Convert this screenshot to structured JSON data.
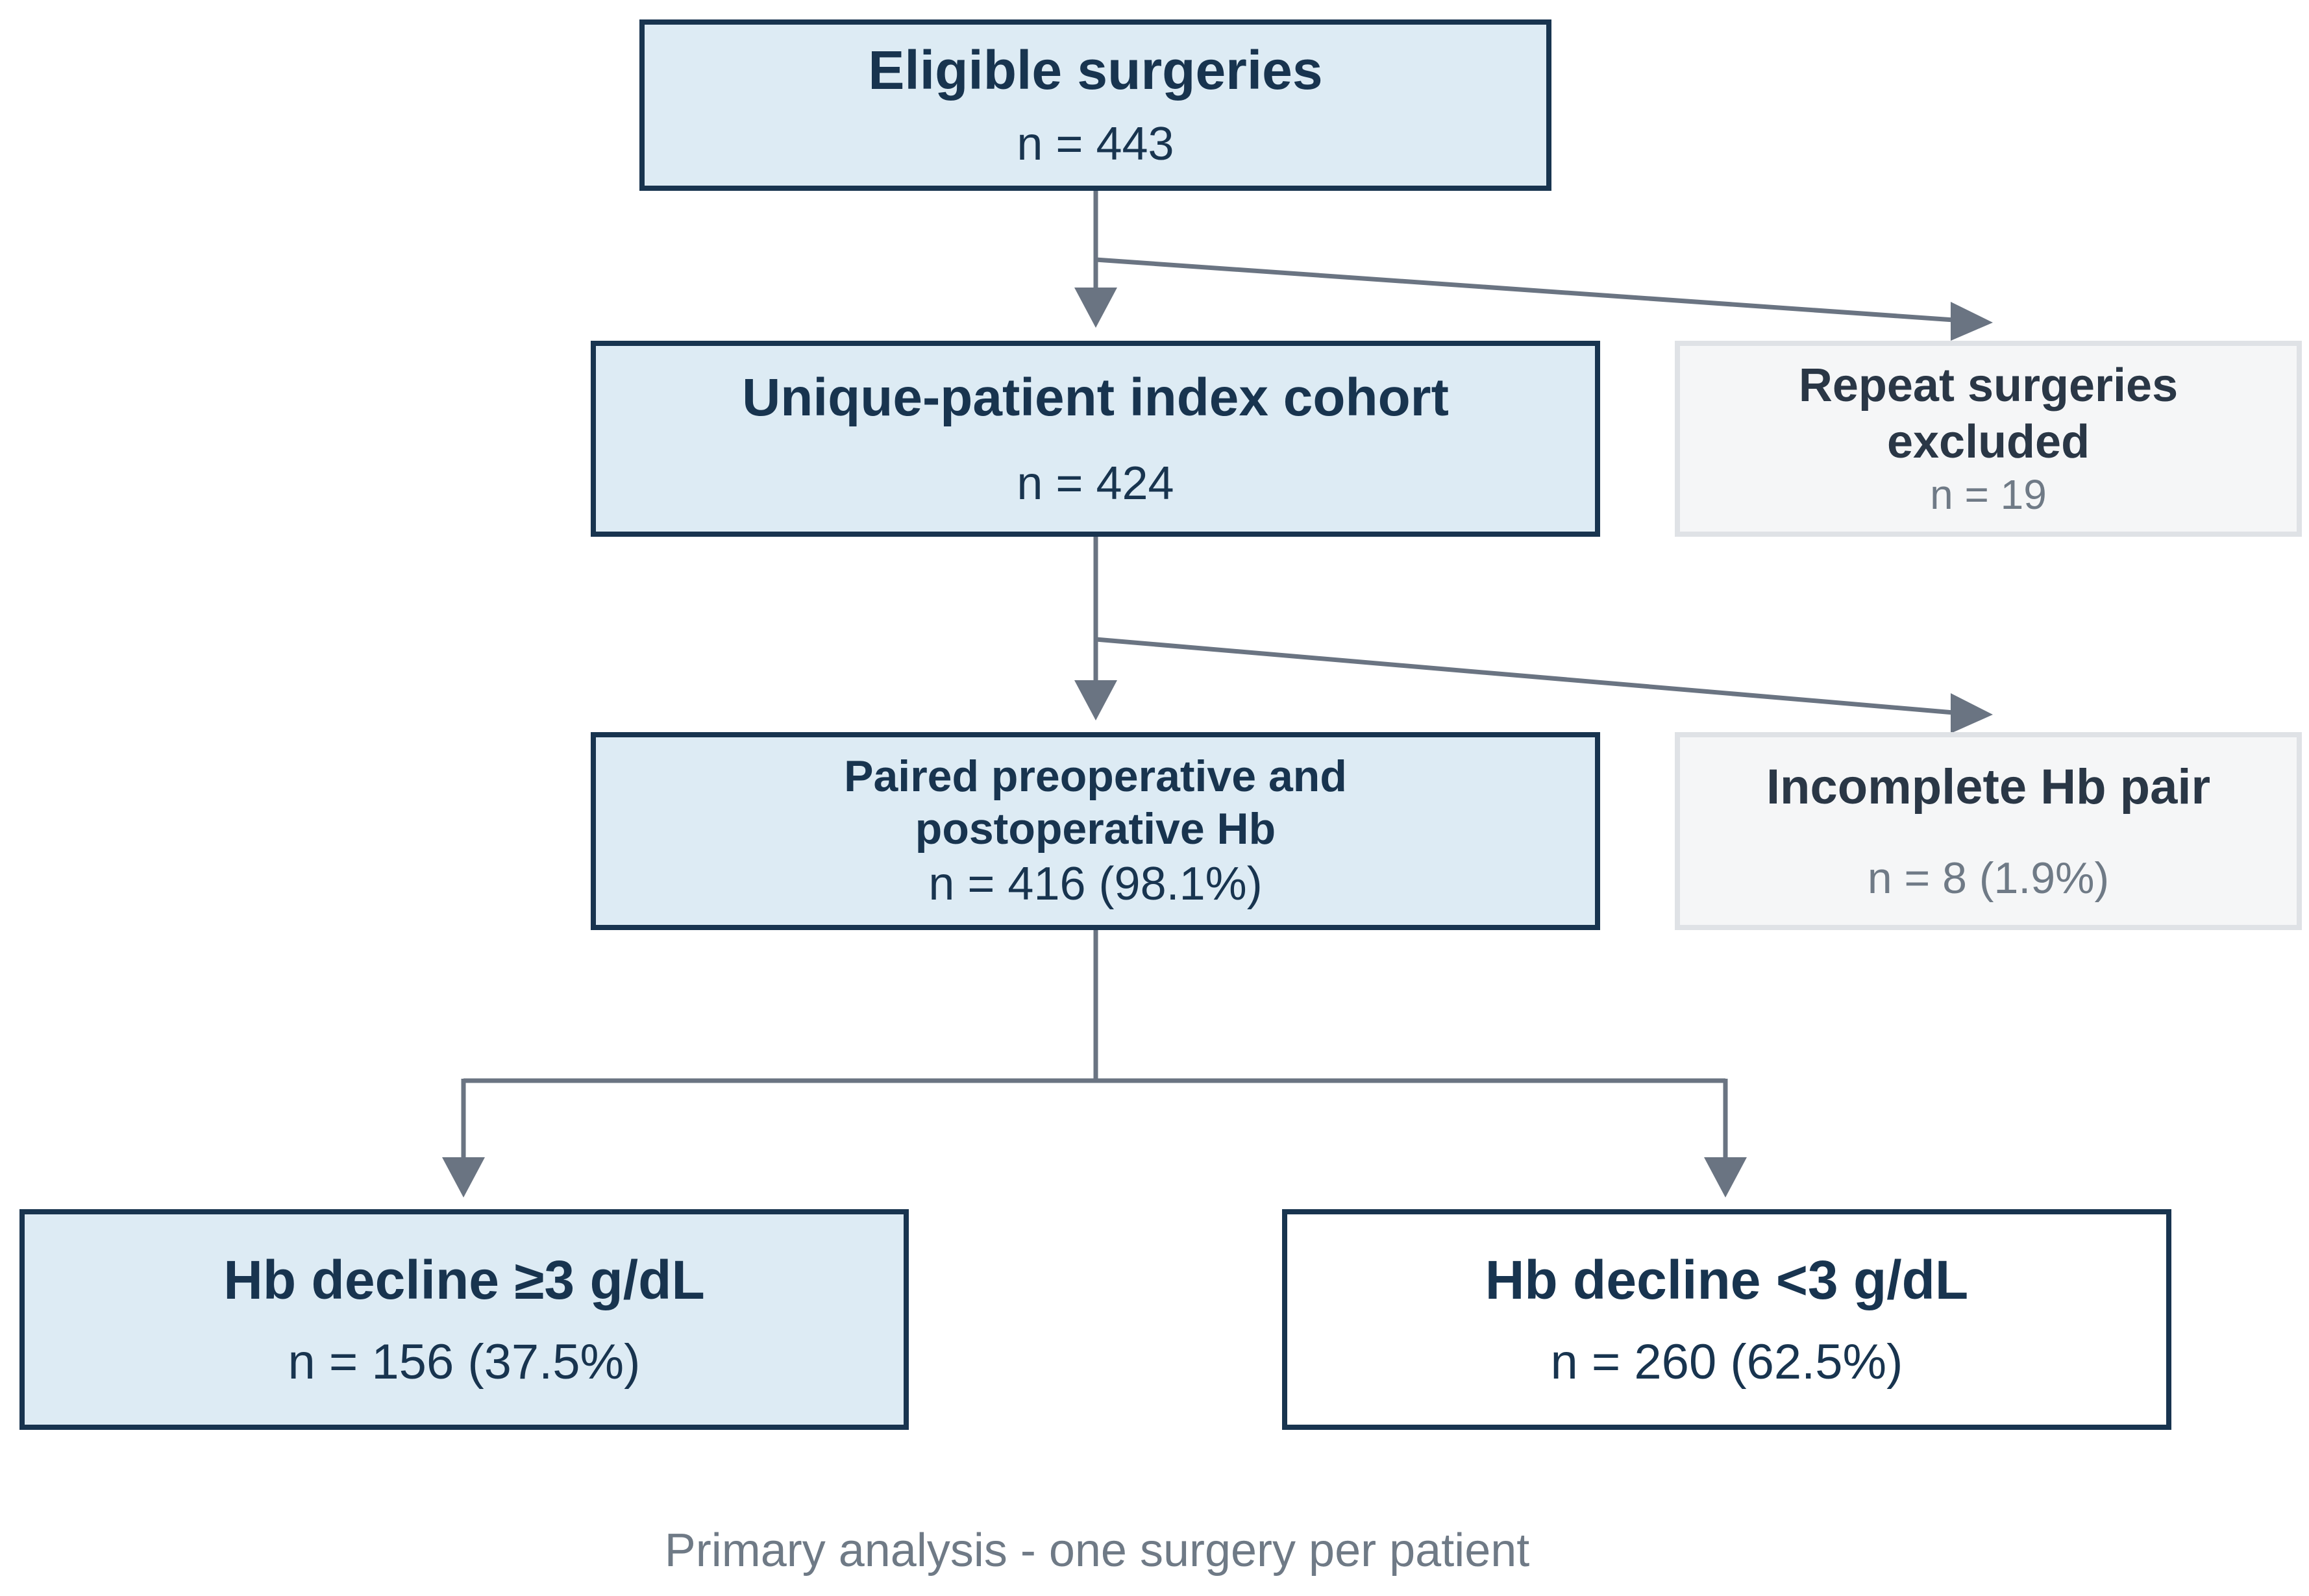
{
  "boxes": {
    "eligible": {
      "title": "Eligible surgeries",
      "n": "n = 443"
    },
    "unique": {
      "title": "Unique-patient index cohort",
      "n": "n = 424"
    },
    "repeat": {
      "title": "Repeat surgeries excluded",
      "n": "n = 19"
    },
    "paired": {
      "title": "Paired preoperative and postoperative Hb",
      "n": "n = 416 (98.1%)"
    },
    "incomplete": {
      "title": "Incomplete Hb pair",
      "n": "n = 8 (1.9%)"
    },
    "hb_high": {
      "title": "Hb decline ≥3 g/dL",
      "n": "n = 156 (37.5%)"
    },
    "hb_low": {
      "title": "Hb decline <3 g/dL",
      "n": "n = 260 (62.5%)"
    }
  },
  "caption": "Primary analysis - one surgery per patient",
  "colors": {
    "included_fill": "#ddebf4",
    "border": "#18344f",
    "excluded_fill": "#f5f6f7",
    "connector": "#6a7482"
  }
}
